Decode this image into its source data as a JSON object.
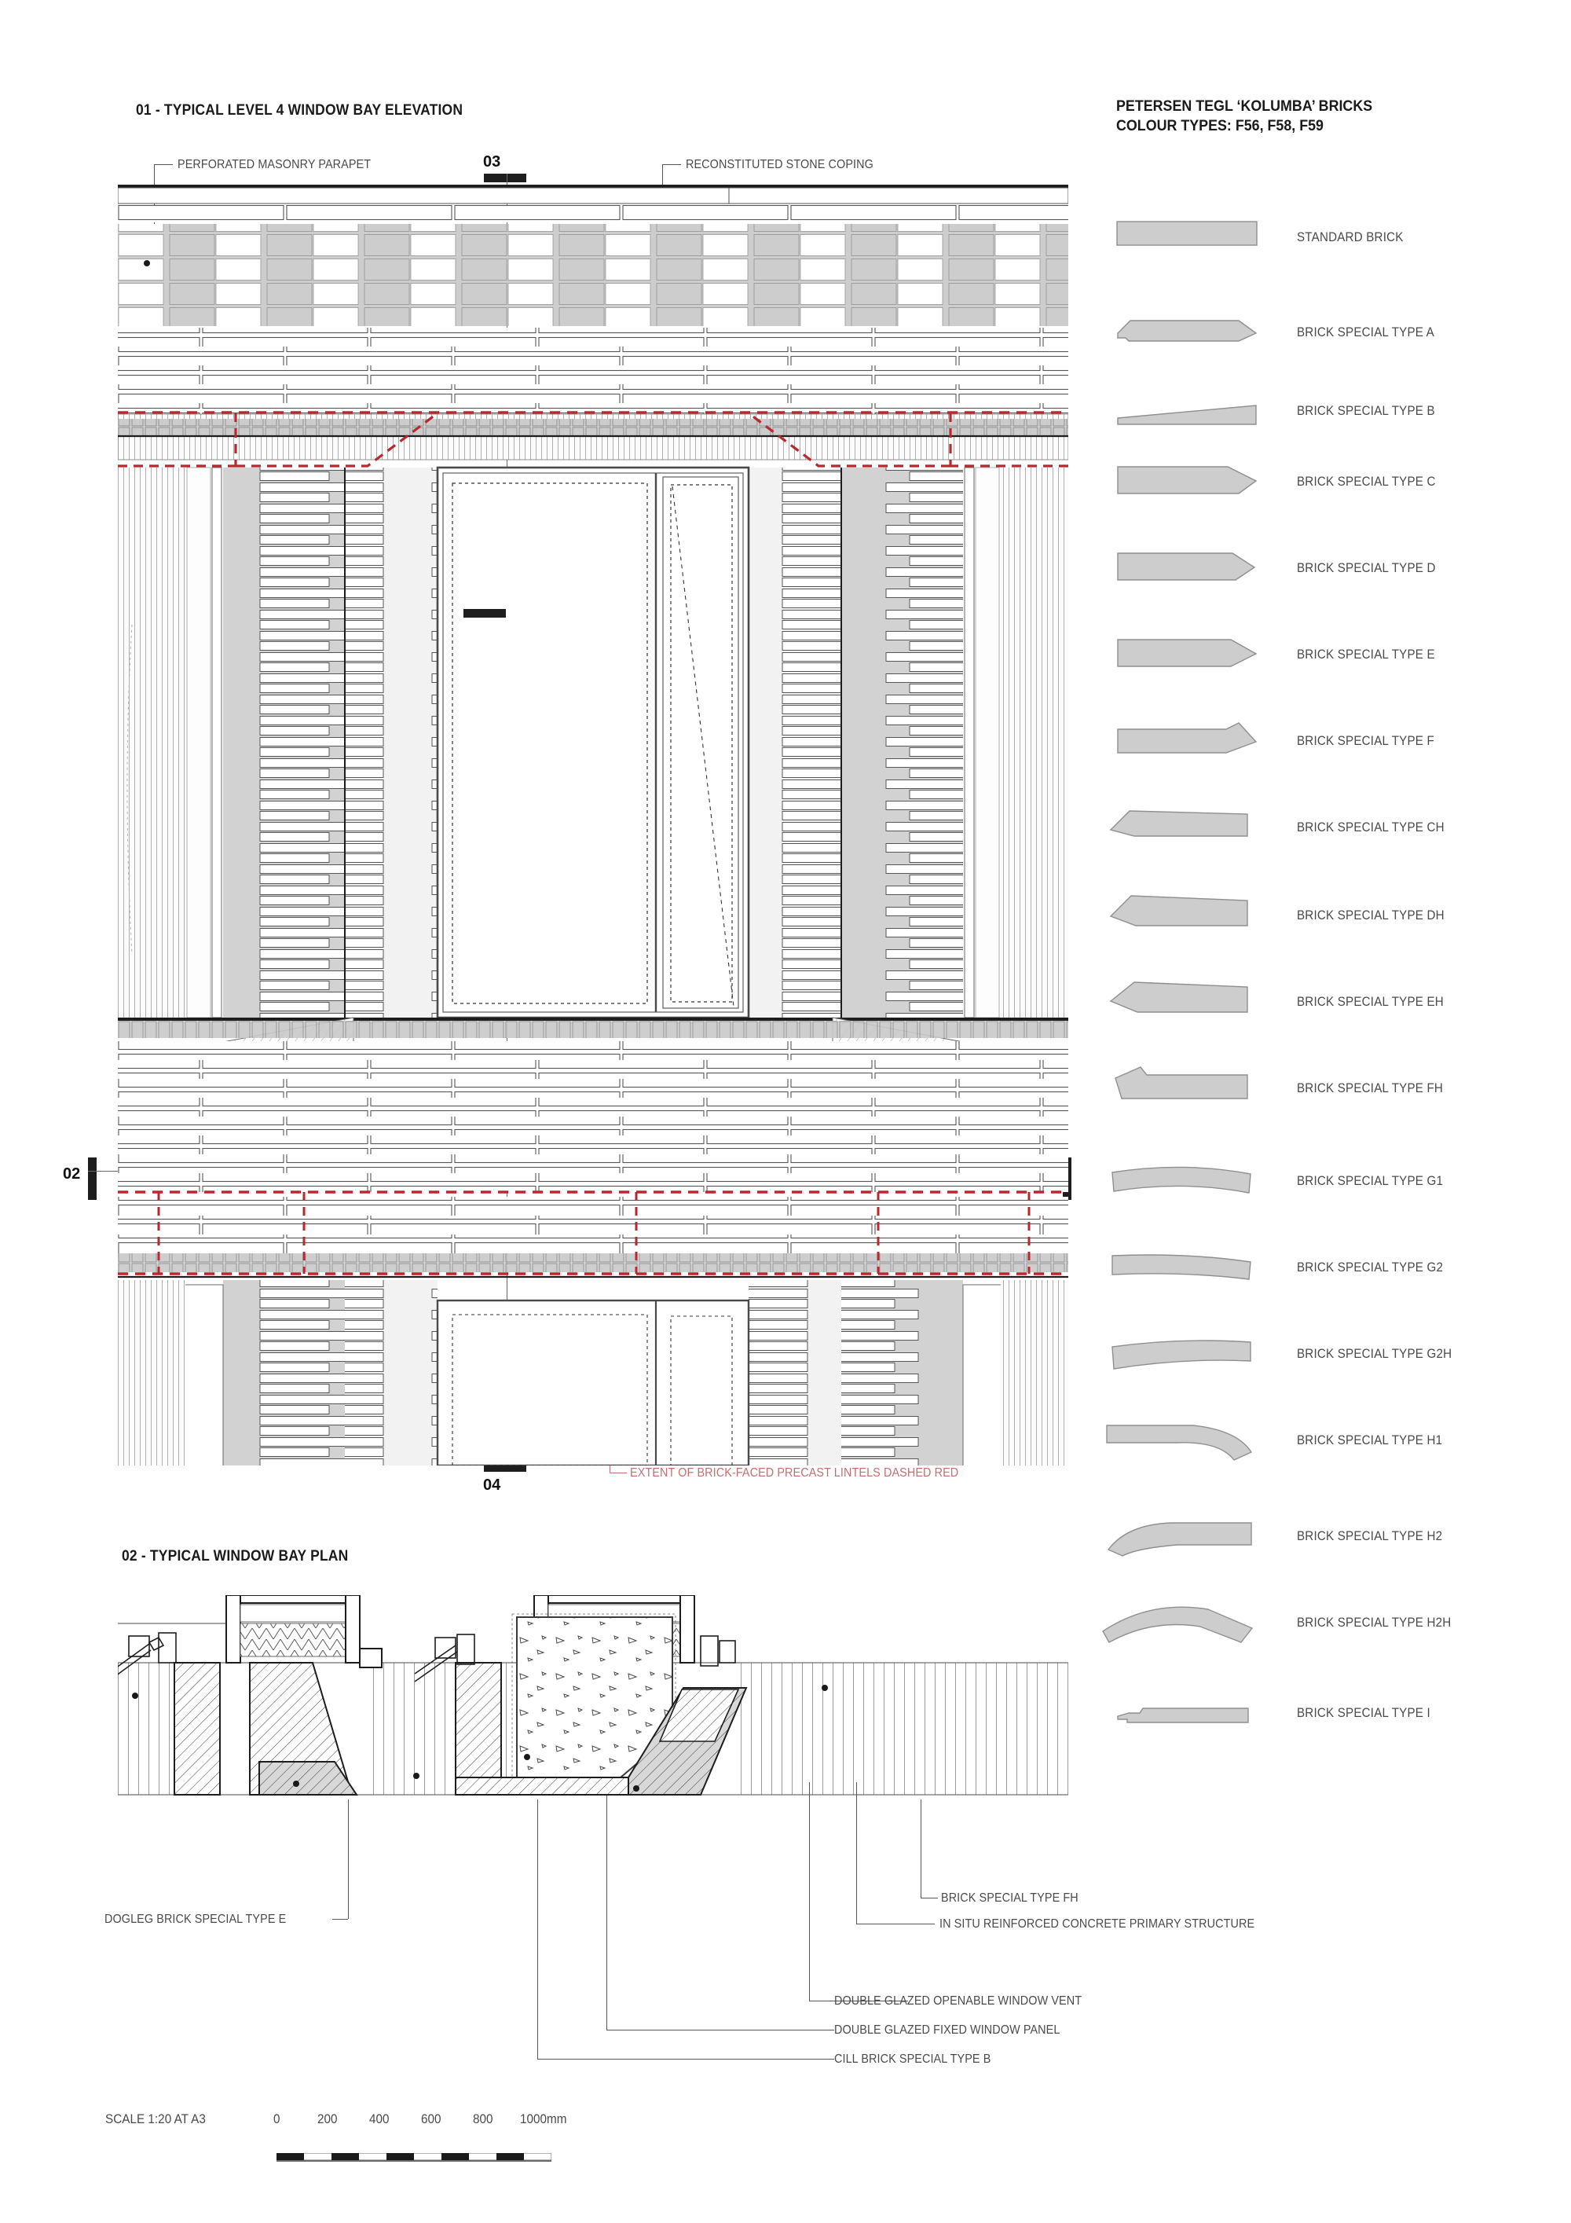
{
  "sheet": {
    "elevation_title": "01 - TYPICAL LEVEL 4 WINDOW BAY ELEVATION",
    "plan_title": "02 - TYPICAL WINDOW BAY PLAN",
    "legend_heading_line1": "PETERSEN TEGL ‘KOLUMBA’ BRICKS",
    "legend_heading_line2": "COLOUR TYPES:  F56, F58, F59",
    "background": "#ffffff",
    "ink": "#231f20",
    "annotation_grey": "#4a4a4a",
    "red_accent": "#c2706f",
    "brick_fill": "#cdcdcd",
    "brick_stroke": "#8f8f8f"
  },
  "elevation": {
    "callouts": [
      {
        "id": "perforated-masonry-parapet",
        "text": "PERFORATED MASONRY PARAPET"
      },
      {
        "id": "reconstituted-stone-coping",
        "text": "RECONSTITUTED STONE COPING"
      },
      {
        "id": "extent-of-precast-lintels",
        "text": "EXTENT OF BRICK-FACED PRECAST LINTELS DASHED RED"
      }
    ],
    "section_markers": [
      {
        "id": "03",
        "label": "03",
        "position": "top"
      },
      {
        "id": "04",
        "label": "04",
        "position": "bottom"
      },
      {
        "id": "02-left",
        "label": "02",
        "position": "left"
      }
    ]
  },
  "plan": {
    "callouts": [
      {
        "id": "dogleg-brick-special-type-e",
        "text": "DOGLEG BRICK SPECIAL TYPE E"
      },
      {
        "id": "brick-special-type-fh",
        "text": "BRICK SPECIAL TYPE FH"
      },
      {
        "id": "in-situ-concrete",
        "text": "IN SITU REINFORCED CONCRETE PRIMARY STRUCTURE"
      },
      {
        "id": "double-glazed-openable-vent",
        "text": "DOUBLE GLAZED OPENABLE WINDOW VENT"
      },
      {
        "id": "double-glazed-fixed-panel",
        "text": "DOUBLE GLAZED FIXED WINDOW PANEL"
      },
      {
        "id": "cill-brick-special-type-b",
        "text": "CILL BRICK SPECIAL TYPE B"
      }
    ]
  },
  "legend": {
    "items": [
      {
        "key": "standard",
        "label": "STANDARD BRICK",
        "shape": "rect"
      },
      {
        "key": "a",
        "label": "BRICK SPECIAL TYPE A",
        "shape": "a"
      },
      {
        "key": "b",
        "label": "BRICK SPECIAL TYPE B",
        "shape": "b"
      },
      {
        "key": "c",
        "label": "BRICK SPECIAL TYPE C",
        "shape": "c"
      },
      {
        "key": "d",
        "label": "BRICK SPECIAL TYPE D",
        "shape": "d"
      },
      {
        "key": "e",
        "label": "BRICK SPECIAL TYPE E",
        "shape": "e"
      },
      {
        "key": "f",
        "label": "BRICK SPECIAL TYPE F",
        "shape": "f"
      },
      {
        "key": "ch",
        "label": "BRICK SPECIAL TYPE CH",
        "shape": "ch"
      },
      {
        "key": "dh",
        "label": "BRICK SPECIAL TYPE DH",
        "shape": "dh"
      },
      {
        "key": "eh",
        "label": "BRICK SPECIAL TYPE EH",
        "shape": "eh"
      },
      {
        "key": "fh",
        "label": "BRICK SPECIAL TYPE FH",
        "shape": "fh"
      },
      {
        "key": "g1",
        "label": "BRICK SPECIAL TYPE G1",
        "shape": "g1"
      },
      {
        "key": "g2",
        "label": "BRICK SPECIAL TYPE G2",
        "shape": "g2"
      },
      {
        "key": "g2h",
        "label": "BRICK SPECIAL TYPE G2H",
        "shape": "g2h"
      },
      {
        "key": "h1",
        "label": "BRICK SPECIAL TYPE H1",
        "shape": "h1"
      },
      {
        "key": "h2",
        "label": "BRICK SPECIAL TYPE H2",
        "shape": "h2"
      },
      {
        "key": "h2h",
        "label": "BRICK SPECIAL TYPE H2H",
        "shape": "h2h"
      },
      {
        "key": "i",
        "label": "BRICK SPECIAL TYPE I",
        "shape": "i"
      }
    ]
  },
  "scale_bar": {
    "label": "SCALE 1:20 AT A3",
    "ticks": [
      "0",
      "200",
      "400",
      "600",
      "800",
      "1000mm"
    ]
  }
}
